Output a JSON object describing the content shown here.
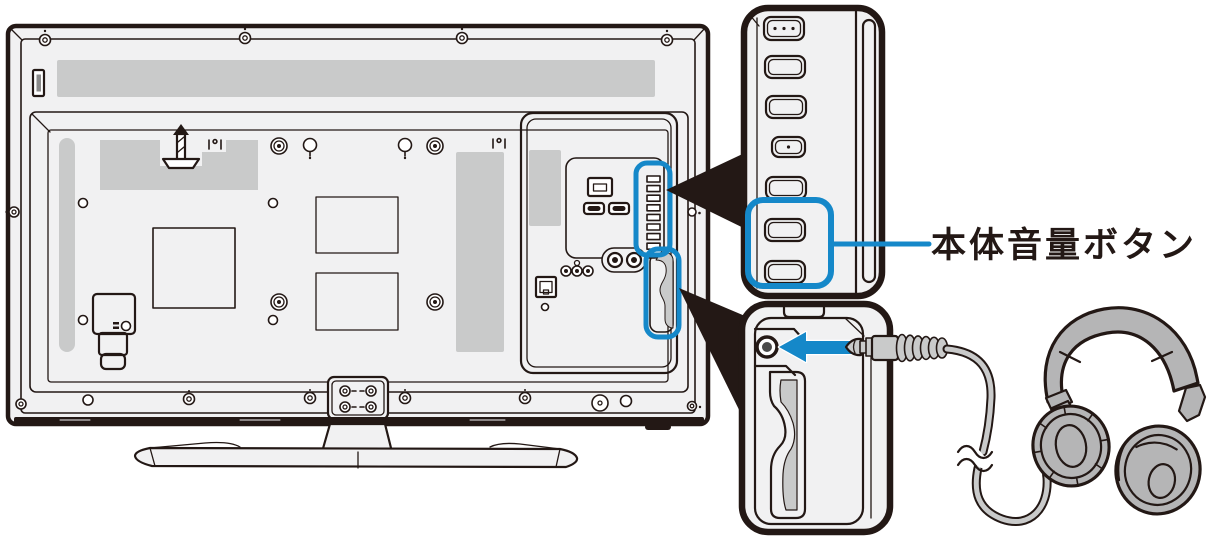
{
  "callout": {
    "label": "本体音量ボタン"
  },
  "colors": {
    "outline": "#231815",
    "panel_fill": "#f1f1f2",
    "shade_gray": "#c9caca",
    "highlight_blue": "#1588c9",
    "device_gray": "#b5b5b6",
    "earpad_dark": "#595757"
  },
  "tv_rear": {
    "top_screw_count": 4,
    "hdmi_port_count": 2,
    "rear_button_strip_count": 8,
    "highlighted_regions": 2
  },
  "side_button_panel": {
    "button_count": 7,
    "top_button_dots": 3,
    "middle_button_dots": 1,
    "highlighted_button_count": 2
  },
  "headphone_detail": {
    "jack_present": true,
    "plug_type_visible": "mini-plug",
    "headphones_visible": true,
    "insert_arrow_direction": "left"
  }
}
